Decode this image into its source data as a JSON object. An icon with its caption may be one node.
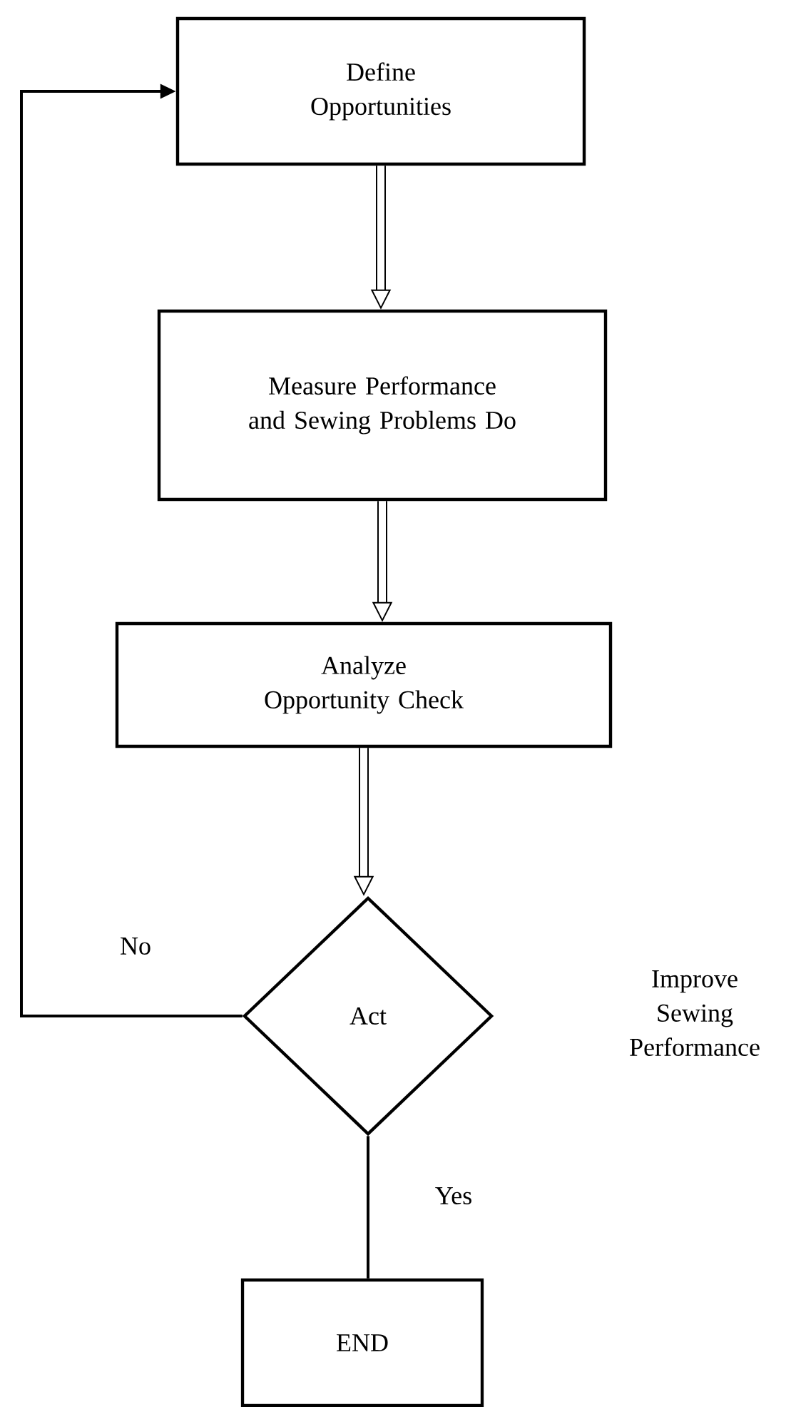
{
  "diagram": {
    "nodes": [
      {
        "text": [
          "Define Opportunities"
        ]
      },
      {
        "text": [
          "Measure Performance and Sewing Problems Do"
        ]
      },
      {
        "text": [
          "Analyze Opportunity Check"
        ]
      },
      {
        "text": [
          "Act"
        ]
      },
      {
        "text": [
          "END"
        ]
      }
    ],
    "edges": [
      {
        "from": 0,
        "to": 1,
        "arrow": "to"
      },
      {
        "from": 1,
        "to": 2,
        "arrow": "to"
      },
      {
        "from": 2,
        "to": 3,
        "arrow": "to"
      },
      {
        "from": 3,
        "to": 0,
        "arrow": "to",
        "label": "No"
      },
      {
        "from": 3,
        "to": 4,
        "arrow": "none",
        "label": "Yes"
      }
    ],
    "labels": [
      "Improve Sewing Performance"
    ]
  }
}
